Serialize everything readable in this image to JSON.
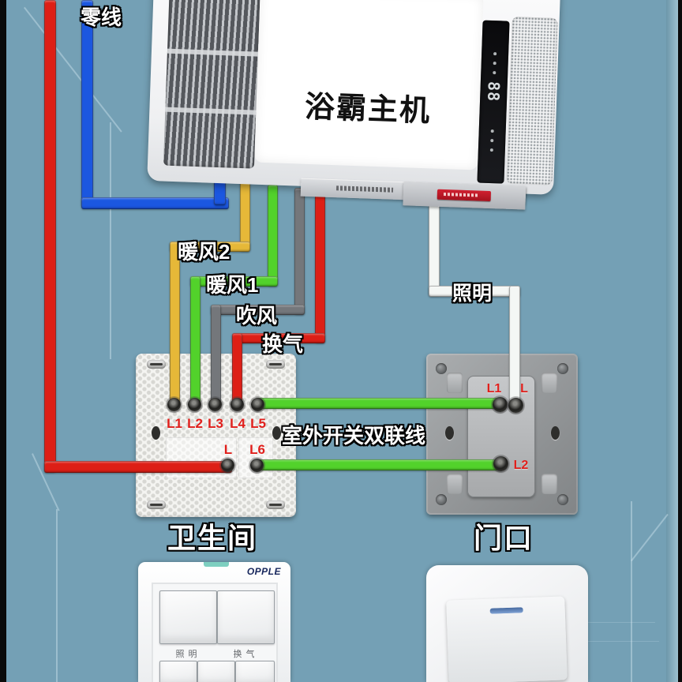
{
  "colors": {
    "background": "#74a0b5",
    "blue_wire": "#1b57e0",
    "red_wire": "#dd1f16",
    "yellow_wire": "#e6b838",
    "green_wire": "#52d22b",
    "gray_wire": "#74777b",
    "white_wire": "#f4f7f5",
    "terminal_label_red": "#e0201c",
    "teal_accent": "#7ecfc0",
    "indicator_blue": "#5b84c4"
  },
  "unit": {
    "title": "浴霸主机",
    "display_value": "88"
  },
  "wire_labels": {
    "neutral": "零线",
    "warm2": "暖风2",
    "warm1": "暖风1",
    "blow": "吹风",
    "vent": "换气",
    "lighting": "照明",
    "double_link": "室外开关双联线"
  },
  "bathroom_switch": {
    "caption": "卫生间",
    "top_terminals": [
      "L1",
      "L2",
      "L3",
      "L4",
      "L5"
    ],
    "bottom_terminals": [
      "L",
      "L6"
    ]
  },
  "door_switch": {
    "caption": "门口",
    "terminals": [
      "L1",
      "L",
      "L2"
    ]
  },
  "wall_switch_left": {
    "brand": "OPPLE",
    "labels": [
      "照明",
      "换气"
    ]
  }
}
